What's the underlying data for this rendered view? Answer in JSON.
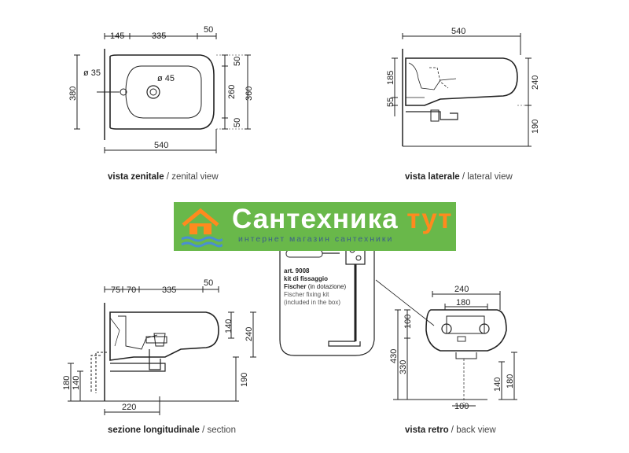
{
  "views": {
    "zenital": {
      "title": "vista zenitale",
      "sep": " / ",
      "subtitle": "zenital view"
    },
    "lateral": {
      "title": "vista laterale",
      "sep": " / ",
      "subtitle": "lateral view"
    },
    "section": {
      "title": "sezione longitudinale",
      "sep": " / ",
      "subtitle": "section"
    },
    "back": {
      "title": "vista retro",
      "sep": " / ",
      "subtitle": "back view"
    }
  },
  "dimensions": {
    "zenital": {
      "top_a": "145",
      "top_b": "335",
      "top_c": "50",
      "hole_small": "ø 35",
      "hole_large": "ø 45",
      "left": "380",
      "right_a": "50",
      "right_b": "260",
      "right_c": "50",
      "right_total": "360",
      "bottom": "540"
    },
    "lateral": {
      "top": "540",
      "left_a": "185",
      "left_b": "55",
      "right_a": "240",
      "right_b": "190"
    },
    "section": {
      "top_a": "75",
      "top_b": "70",
      "top_c": "335",
      "top_d": "50",
      "right_a": "140",
      "right_b": "240",
      "right_c": "190",
      "left_a": "180",
      "left_b": "140",
      "bottom": "220"
    },
    "back": {
      "top_a": "240",
      "top_b": "180",
      "left_a": "100",
      "left_b": "430",
      "left_c": "330",
      "right_a": "140",
      "right_b": "180",
      "bottom": "100"
    }
  },
  "kit": {
    "line1": "art. 9008",
    "line2": "kit di fissaggio",
    "line3": "Fischer",
    "line3b": " (in dotazione)",
    "line4": "Fischer fixing kit",
    "line5": "(included in the box)"
  },
  "watermark": {
    "brand_a": "Сантехника",
    "brand_b": " тут",
    "subtitle": "интернет магазин сантехники",
    "colors": {
      "bg": "#69b84a",
      "accent": "#ff8a1e",
      "text": "#ffffff"
    }
  }
}
